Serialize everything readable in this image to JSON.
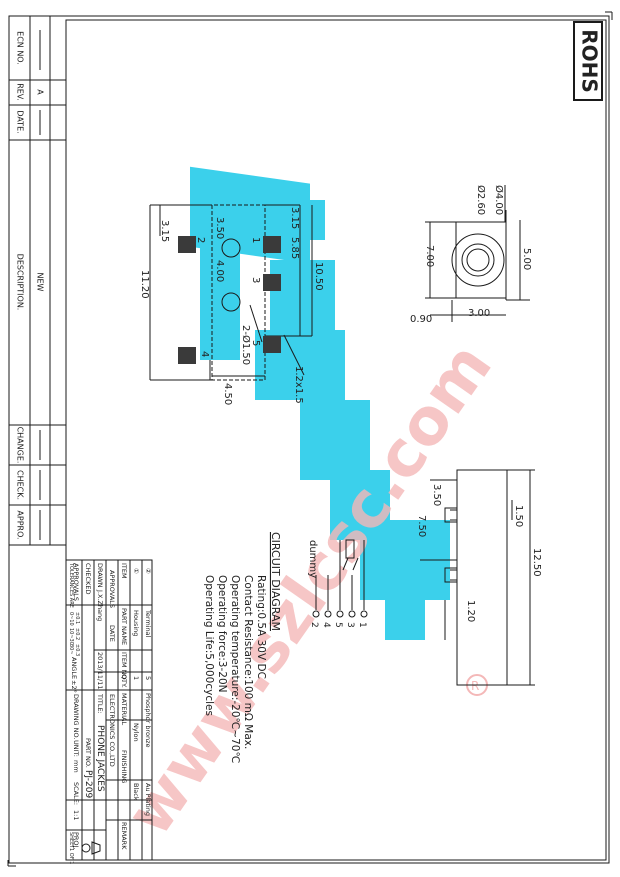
{
  "rohs": "ROHS",
  "revision_block": {
    "ecn_no_label": "ECN NO.",
    "rev_label": "REV.",
    "date_label": "DATE.",
    "description_label": "DESCRIPTION.",
    "change_label": "CHANGE.",
    "check_label": "CHECK.",
    "appro_label": "APPRO.",
    "rev_value": "A",
    "description_value": "NEW"
  },
  "top_view_dims": {
    "d_3_15_left": "3.15",
    "d_3_50": "3.50",
    "d_3_15_right": "3.15",
    "d_5_85": "5.85",
    "d_10_50": "10.50",
    "d_11_20": "11.20",
    "d_4_00": "4.00",
    "d_2_phi_1_50": "2-Ø1.50",
    "d_4_50": "4.50",
    "d_1_2x1_5": "1.2x1.5",
    "pin1": "1",
    "pin2": "2",
    "pin3": "3",
    "pin4": "4",
    "pin5": "5"
  },
  "front_view_dims": {
    "phi_2_60": "Ø2.60",
    "phi_4_00": "Ø4.00",
    "d_7_00": "7.00",
    "d_5_00": "5.00",
    "d_0_90": "0.90",
    "d_3_00": "3.00"
  },
  "side_view_dims": {
    "d_3_50": "3.50",
    "d_7_50": "7.50",
    "d_1_50": "1.50",
    "d_12_50": "12.50",
    "d_1_20": "1.20"
  },
  "circuit": {
    "title": "CIRCUIT DIAGRAM",
    "dummy": "dummy",
    "pins": [
      "1",
      "3",
      "5",
      "4",
      "2"
    ]
  },
  "specs": [
    "Rating:0.5A 30V DC",
    "Contact Resistance:100 mΩ Max.",
    "Operating temperature:-20℃~70℃",
    "Operating force:3-20N",
    "Operating Life:5,000cycles"
  ],
  "bom": {
    "headers": [
      "ITEM",
      "PART NAME",
      "ITEM NO.",
      "QTY.",
      "MATERIAL",
      "FINISHING",
      "REMARK"
    ],
    "rows": [
      {
        "item": "①",
        "part_name": "Housing",
        "item_no": "",
        "qty": "1",
        "material": "Nylon",
        "finishing": "Black",
        "remark": ""
      },
      {
        "item": "②",
        "part_name": "Terminal",
        "item_no": "",
        "qty": "5",
        "material": "Phosphor bronze",
        "finishing": "Au Plating",
        "remark": ""
      }
    ]
  },
  "title_block": {
    "approvals_label": "APPROVALS",
    "date_label": "DATE",
    "drawn_label": "DRAWN",
    "drawn_by": "J.X.Zhang",
    "drawn_date": "2013/11/11",
    "checked_label": "CHECKED",
    "approvals2_label": "APPROVALS",
    "tolerances_label": "TOLERANCES ARE",
    "tol_ranges": [
      "0~10",
      "10~30",
      "30~"
    ],
    "tol_x": "±0.1",
    "tol_xx": "±0.2",
    "tol_xxx": "±0.3",
    "angle_label": "ANGLE",
    "angle_value": "±2°",
    "company": "ELECTRONICS CO.,LTD",
    "title_label": "TITLE:",
    "title": "PHONE JACKES",
    "part_no_label": "PART NO.",
    "part_no": "PJ-209",
    "unit_label": "UNIT:",
    "unit": "mm",
    "scale_label": "SCALE:",
    "scale": "1:1",
    "drawing_no_label": "DRAWING NO.",
    "proj_label": "PROJ.",
    "sheet_label": "SHEET",
    "sheet": "1 OF 1"
  },
  "watermark": "www.szlcsc.com",
  "colors": {
    "line": "#1a1a1a",
    "pad_fill": "#3a3a3a",
    "watermark_cyan": "#19c8e8",
    "watermark_red": "#f4b8b8"
  }
}
